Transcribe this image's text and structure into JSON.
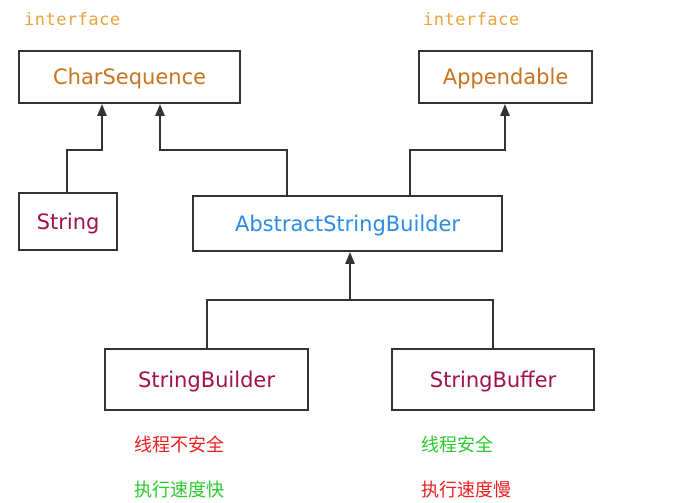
{
  "interfaces": {
    "char_sequence": {
      "stereotype": "interface",
      "name": "CharSequence"
    },
    "appendable": {
      "stereotype": "interface",
      "name": "Appendable"
    }
  },
  "classes": {
    "string": "String",
    "abstract_string_builder": "AbstractStringBuilder",
    "string_builder": "StringBuilder",
    "string_buffer": "StringBuffer"
  },
  "notes": {
    "builder_safety": "线程不安全",
    "builder_speed": "执行速度快",
    "buffer_safety": "线程安全",
    "buffer_speed": "执行速度慢"
  },
  "colors": {
    "interface_text": "#c8741e",
    "stereotype_text": "#e8a33c",
    "class_text": "#a1114a",
    "abstract_text": "#2b8ce6",
    "warn_text": "#f01f1f",
    "ok_text": "#2dcc2d",
    "line": "#333333"
  }
}
